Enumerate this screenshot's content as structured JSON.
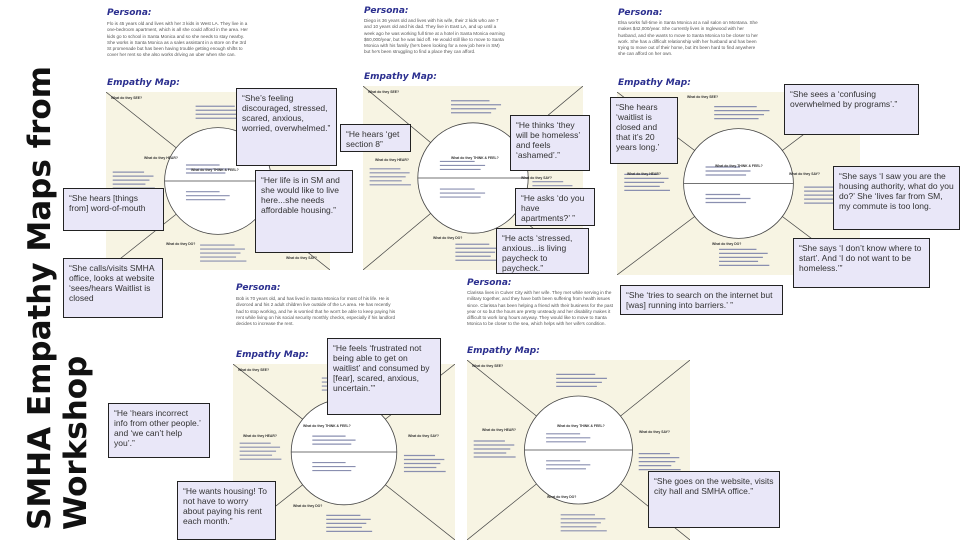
{
  "title": "SMHA Empathy Maps from Workshop",
  "title_lines": [
    "SMHA Empathy Maps from",
    "Workshop"
  ],
  "persona_heading": "Persona:",
  "map_heading": "Empathy Map:",
  "map_labels": {
    "see": "What do they SEE?",
    "hear": "What do they HEAR?",
    "think": "What do they THINK & FEEL?",
    "say": "What do they SAY?",
    "do": "What do they DO?"
  },
  "personas": [
    {
      "text": "Flo is 45 years old and lives with her 3 kids in West LA. They live in a one-bedroom apartment, which is all she could afford in the area. Her kids go to school in Santa Monica and so she needs to stay nearby. She works in Santa Monica as a sales assistant in a store on the 3rd St promenade but has been having trouble getting enough shifts to cover her rent so she also works driving an uber when she can."
    },
    {
      "text": "Diego is 36 years old and lives with his wife, their 2 kids who are 7 and 10 years old and his dad. They live in East LA, and up until a week ago he was working full time at a hotel in Santa Monica earning $60,000/year, but he was laid off. He would still like to move to Santa Monica with his family (he's been looking for a new job here in SM) but he's been struggling to find a place they can afford."
    },
    {
      "text": "Elsa works full-time in Santa Monica at a nail salon on Montana. She makes $42,000/year. She currently lives in Inglewood with her husband, and she wants to move to Santa Monica to be closer to her work. She has a difficult relationship with her husband and has been trying to move out of their home, but it's been hard to find anywhere she can afford on her own."
    },
    {
      "text": "Bob is 70 years old, and has lived in Santa Monica for most of his life. He is divorced and his 2 adult children live outside of the LA area. He has recently had to stop working, and he is worried that he won't be able to keep paying his rent while living on his social security monthly checks, especially if his landlord decides to increase the rent."
    },
    {
      "text": "Clarissa lives in Culver City with her wife. They met while serving in the military together, and they have both been suffering from health issues since. Clarissa has been helping a friend with their business for the past year or so but the hours are pretty unsteady and her disability makes it difficult to work long hours anyway. They would like to move to Santa Monica to be closer to the sea, which helps with her wife's condition."
    }
  ],
  "callouts": [
    "“She’s feeling discouraged, stressed, scared, anxious, worried, overwhelmed.”",
    "“She hears [things from] word-of-mouth",
    "“Her life is in SM and she would like to live here...she needs affordable housing.”",
    "“She calls/visits SMHA office, looks at website ‘sees/hears Waitlist is closed",
    "“He thinks ‘they will be homeless’ and feels ‘ashamed’.”",
    "“He hears ‘get section 8”",
    "“He asks ‘do you have apartments?’ ”",
    "“He acts ‘stressed, anxious...is living paycheck to paycheck.”",
    "“She hears ‘waitlist is closed and that it’s 20 years long.’",
    "“She sees a ‘confusing overwhelmed by programs’.”",
    "“She says ‘I saw you are the housing authority, what do you do?’ She ‘lives far from SM, my commute is too long.",
    "“She says ‘I don’t know where to start’. And ‘I do not want to be homeless.’”",
    "“She ‘tries to search on the internet but [was] running into barriers.’ ”",
    "“He feels ‘frustrated not being able to get on waitlist’ and consumed by [fear], scared, anxious, uncertain.’”",
    "“He ‘hears incorrect info from other people.’ and ‘we can’t help you’.”",
    "“He wants housing! To not have to worry about paying his rent each month.”",
    "“She goes on the website, visits city hall and SMHA office.”"
  ]
}
